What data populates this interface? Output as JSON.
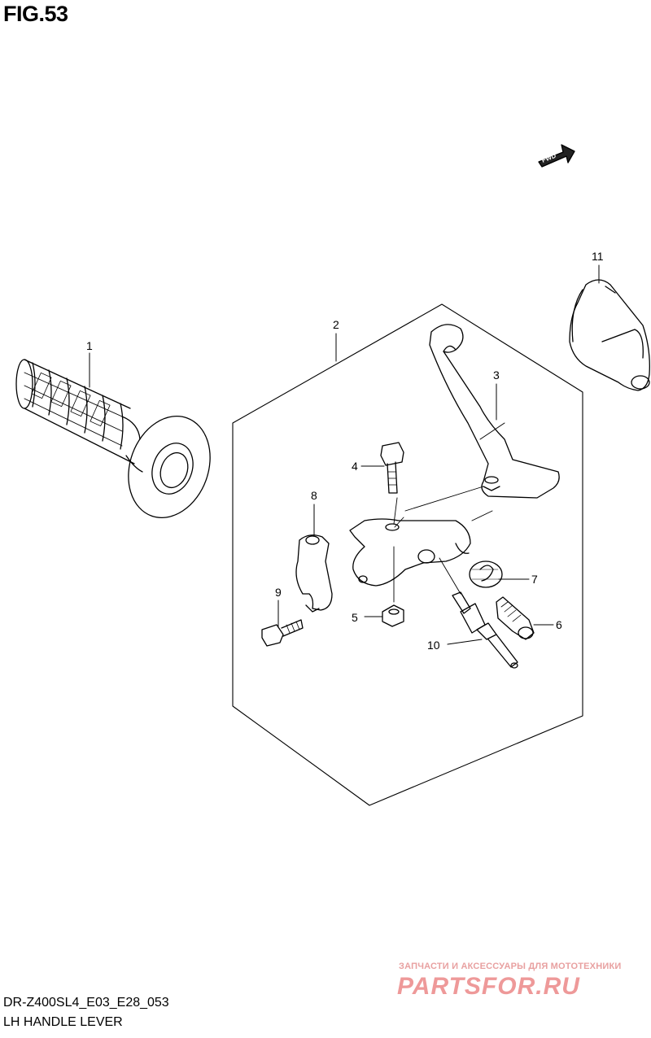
{
  "figure": {
    "title": "FIG.53",
    "diagram_code": "DR-Z400SL4_E03_E28_053",
    "caption": "LH HANDLE LEVER"
  },
  "direction_indicator": {
    "text": "FWD"
  },
  "callouts": [
    "1",
    "2",
    "3",
    "4",
    "5",
    "6",
    "7",
    "8",
    "9",
    "10",
    "11"
  ],
  "watermark": {
    "tagline": "ЗАПЧАСТИ И АКСЕССУАРЫ ДЛЯ МОТОТЕХНИКИ",
    "logo": "PARTSFOR.RU"
  }
}
